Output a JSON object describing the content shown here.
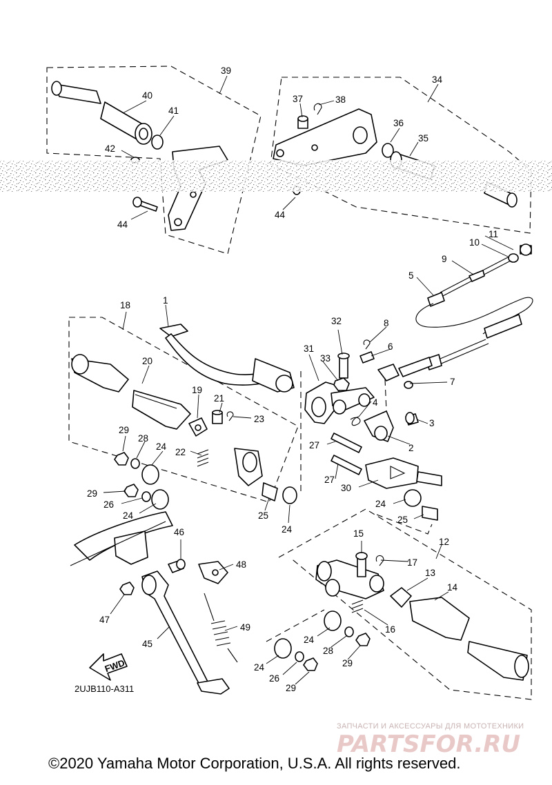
{
  "diagram_code": "2UJB110-A311",
  "fwd_label": "FWD",
  "copyright": "©2020 Yamaha Motor Corporation, U.S.A. All rights reserved.",
  "watermark": {
    "tagline": "ЗАПЧАСТИ И АКСЕССУАРЫ ДЛЯ МОТОТЕХНИКИ",
    "brand": "PARTSFOR.RU"
  },
  "callouts": [
    "1",
    "2",
    "3",
    "4",
    "5",
    "6",
    "7",
    "8",
    "9",
    "10",
    "11",
    "12",
    "13",
    "14",
    "15",
    "16",
    "17",
    "18",
    "19",
    "20",
    "21",
    "22",
    "23",
    "24",
    "25",
    "26",
    "27",
    "28",
    "29",
    "30",
    "31",
    "32",
    "33",
    "34",
    "35",
    "36",
    "37",
    "38",
    "39",
    "40",
    "41",
    "42",
    "44",
    "45",
    "46",
    "47",
    "48",
    "49"
  ],
  "colors": {
    "ink": "#000000",
    "paper": "#ffffff",
    "watermark": "#e9c8c8"
  }
}
